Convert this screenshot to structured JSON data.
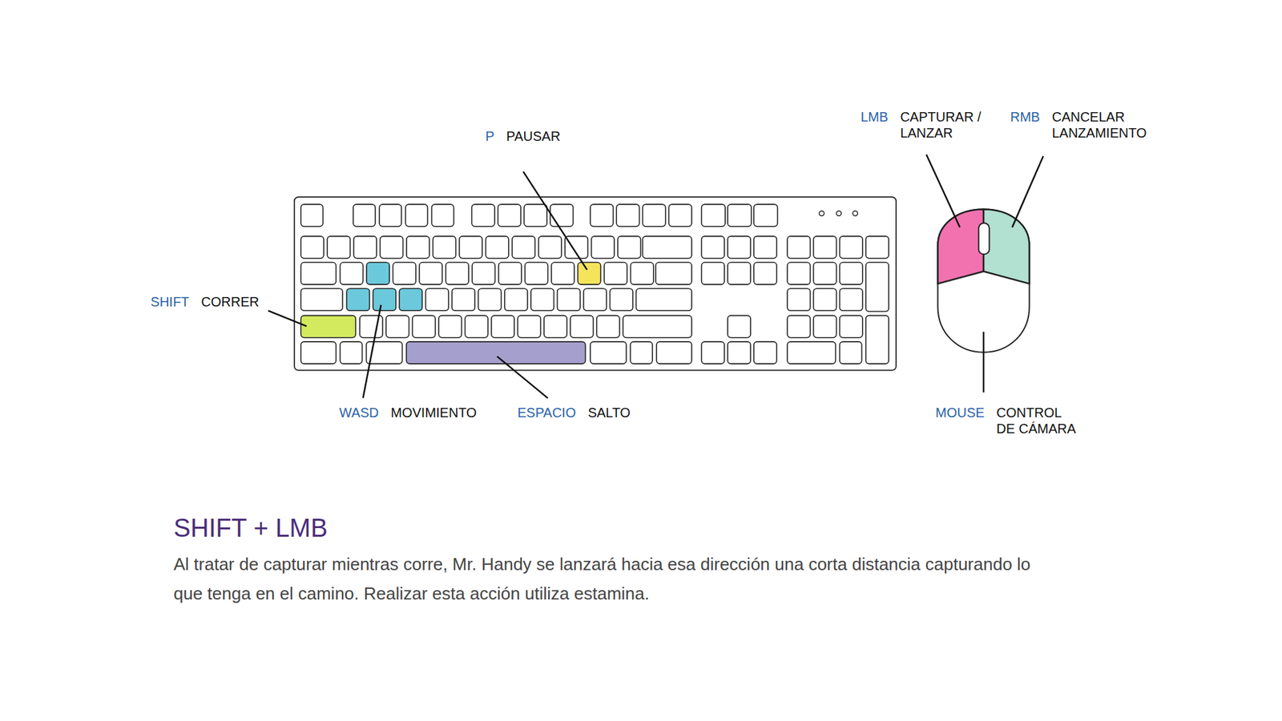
{
  "diagram": {
    "title": "SHIFT + LMB",
    "caption": "Al tratar de capturar mientras corre, Mr. Handy se lanzará hacia esa dirección una corta distancia capturando lo que tenga en el camino. Realizar esta acción utiliza estamina.",
    "labels": [
      "P",
      "PAUSAR",
      "LMB",
      "CAPTURAR / LANZAR",
      "RMB",
      "CANCELAR LANZAMIENTO",
      "SHIFT",
      "CORRER",
      "WASD",
      "MOVIMIENTO",
      "ESPACIO",
      "SALTO",
      "MOUSE",
      "CONTROL DE CÁMARA"
    ]
  }
}
